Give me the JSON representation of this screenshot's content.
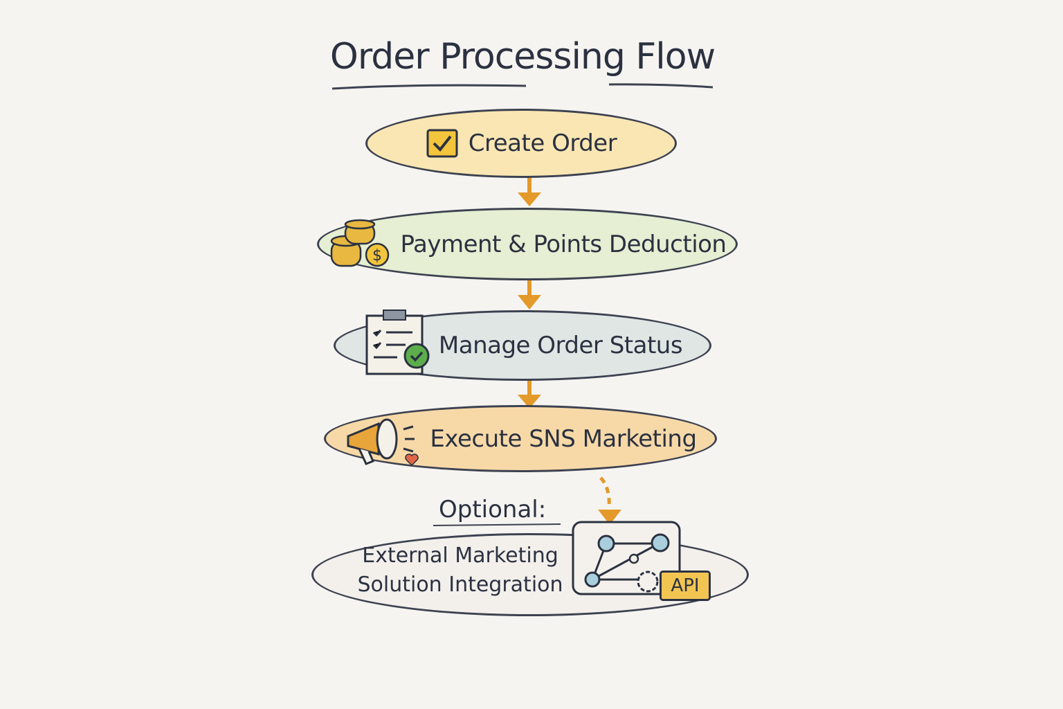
{
  "title": "Order Processing Flow",
  "steps": [
    {
      "label": "Create Order",
      "icon": "checkbox-icon",
      "color": "#f9e6b3"
    },
    {
      "label": "Payment & Points Deduction",
      "icon": "coins-icon",
      "color": "#e6eed3"
    },
    {
      "label": "Manage Order Status",
      "icon": "clipboard-checklist-icon",
      "color": "#e0e6e4"
    },
    {
      "label": "Execute SNS Marketing",
      "icon": "megaphone-icon",
      "color": "#f7d9a8"
    }
  ],
  "optional": {
    "heading": "Optional:",
    "line1": "External Marketing",
    "line2": "Solution Integration",
    "badge": "API",
    "icon": "network-icon"
  },
  "colors": {
    "arrow": "#e39a2a",
    "ink": "#2b3140"
  }
}
